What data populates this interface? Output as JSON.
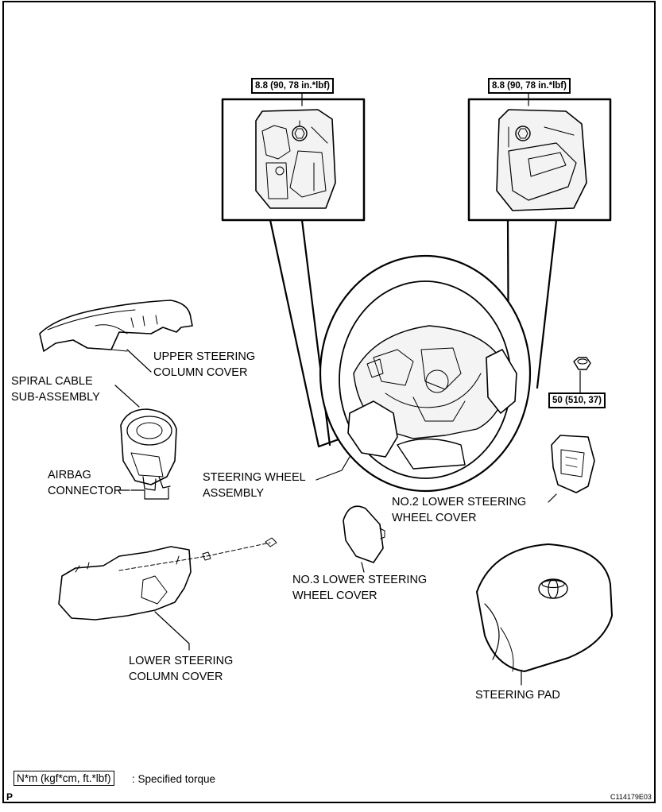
{
  "torque_callouts": {
    "inset_left": "8.8 (90, 78 in.*lbf)",
    "inset_right": "8.8 (90, 78 in.*lbf)",
    "nut": "50 (510, 37)"
  },
  "parts": {
    "upper_cover": [
      "UPPER STEERING",
      "COLUMN COVER"
    ],
    "spiral_cable": [
      "SPIRAL CABLE",
      "SUB-ASSEMBLY"
    ],
    "airbag_connector": [
      "AIRBAG",
      "CONNECTOR"
    ],
    "steering_wheel": [
      "STEERING WHEEL",
      "ASSEMBLY"
    ],
    "no2_lower_cover": [
      "NO.2 LOWER STEERING",
      "WHEEL COVER"
    ],
    "no3_lower_cover": [
      "NO.3 LOWER STEERING",
      "WHEEL COVER"
    ],
    "lower_column_cover": [
      "LOWER STEERING",
      "COLUMN COVER"
    ],
    "steering_pad": "STEERING PAD"
  },
  "legend": {
    "unit": "N*m (kgf*cm, ft.*lbf)",
    "description": ": Specified torque"
  },
  "footer": {
    "page_mark": "P",
    "figure_code": "C114179E03"
  },
  "icons": [
    "torque-bolt-icon",
    "toyota-emblem-icon"
  ]
}
